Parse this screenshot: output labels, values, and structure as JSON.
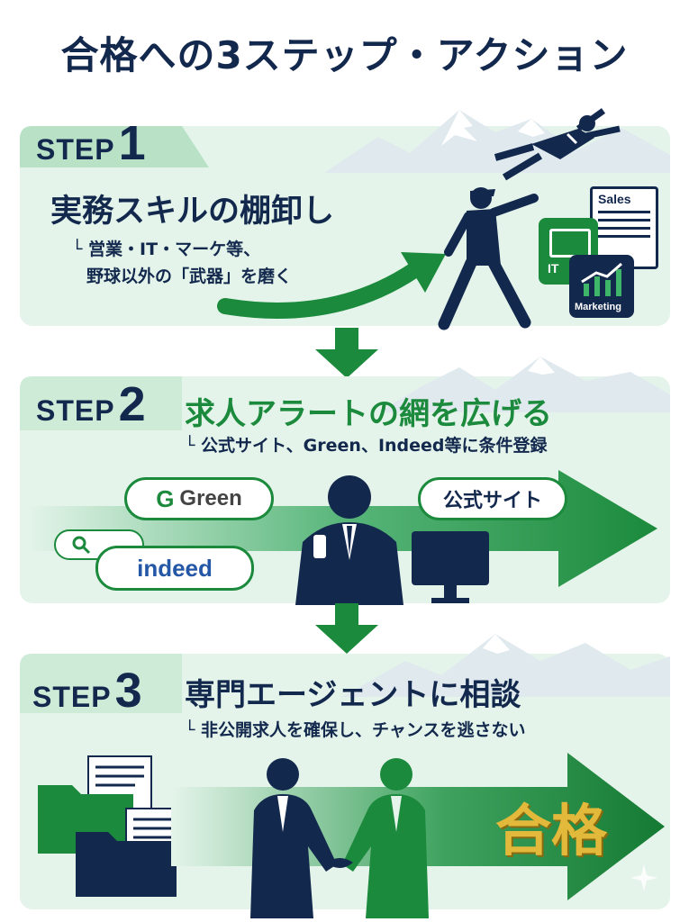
{
  "title": "合格への3ステップ・アクション",
  "colors": {
    "navy": "#13284d",
    "green": "#1b8a3c",
    "panel": "#e4f4ea",
    "gold": "#e2b93a"
  },
  "steps": [
    {
      "word": "STEP",
      "num": "1",
      "heading": "実務スキルの棚卸し",
      "sub_line1": "└ 営業・IT・マーケ等、",
      "sub_line2": "野球以外の「武器」を磨く",
      "icons": {
        "sales": "Sales",
        "it": "IT",
        "marketing": "Marketing"
      }
    },
    {
      "word": "STEP",
      "num": "2",
      "heading": "求人アラートの網を広げる",
      "sub": "└ 公式サイト、Green、Indeed等に条件登録",
      "bubbles": {
        "green": "Green",
        "official": "公式サイト",
        "indeed": "indeed"
      }
    },
    {
      "word": "STEP",
      "num": "3",
      "heading": "専門エージェントに相談",
      "sub": "└ 非公開求人を確保し、チャンスを逃さない",
      "pass": "合格"
    }
  ]
}
